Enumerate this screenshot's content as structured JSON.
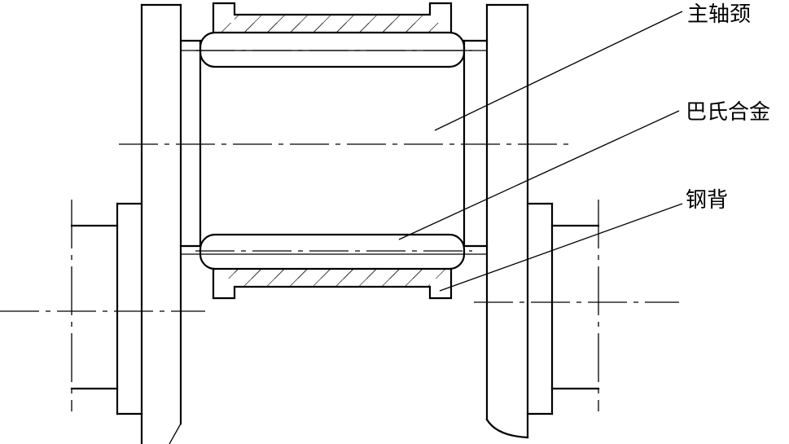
{
  "labels": {
    "journal": "主轴颈",
    "babbitt": "巴氏合金",
    "steel_back": "钢背"
  }
}
